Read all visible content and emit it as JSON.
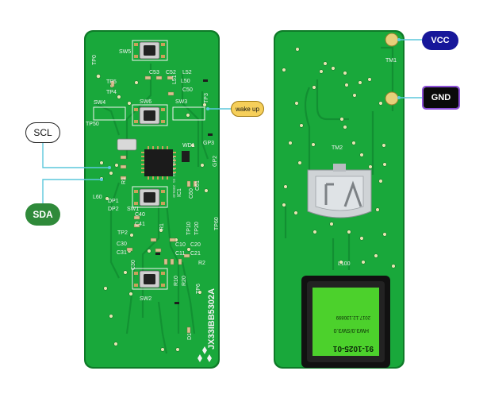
{
  "callouts": {
    "scl": "SCL",
    "sda": "SDA",
    "wake_up": "wake up",
    "vcc": "VCC",
    "gnd": "GND"
  },
  "front_silk": {
    "sw5": "SW5",
    "sw6": "SW6",
    "sw4": "SW4",
    "sw3": "SW3",
    "sw1": "SW1",
    "sw2": "SW2",
    "tp0": "TP0",
    "tp5": "TP5",
    "tp4": "TP4",
    "tp3": "TP3",
    "tp50": "TP50",
    "tp2": "TP2",
    "tp10": "TP10",
    "tp20": "TP20",
    "tp60": "TP60",
    "tp6": "TP6",
    "gp3": "GP3",
    "gp2": "GP2",
    "wd1": "WD1",
    "c53": "C53",
    "c52": "C52",
    "l52": "L52",
    "l50": "L50",
    "l51": "L51",
    "c50": "C50",
    "dp1": "DP1",
    "dp2": "DP2",
    "l60": "L60",
    "c40": "C40",
    "c41": "C41",
    "r1": "R1",
    "ic1": "IC1",
    "c60": "C60",
    "c61": "C61",
    "c30": "C30",
    "c31": "C31",
    "c10": "C10",
    "c11": "C11",
    "c20": "C20",
    "c21": "C21",
    "r2": "R2",
    "r10": "R10",
    "r20": "R20",
    "d1": "D1",
    "ic_marking": "AAVG5 S 43 01 200640",
    "board_id": "JX33IBB5302A"
  },
  "back_silk": {
    "tm1": "TM1",
    "tm2": "TM2",
    "l100": "L100",
    "label_line1": "91-1025-01",
    "label_line2": "HW3.0/SW3.0",
    "label_line3": "2017.12.130899"
  },
  "colors": {
    "pcb_green": "#19a83b",
    "pcb_edge": "#0e7a28",
    "silkscreen": "#f2f2f2",
    "pad": "#c9a25a",
    "sticker": "#4cd12c",
    "leader_line": "#5bc7dc",
    "vcc_fill": "#17179a",
    "gnd_fill": "#0a0a0a",
    "gnd_outline": "#8c4fd8",
    "sda_fill": "#2f8a3a",
    "wake_fill": "#f6cf5a"
  }
}
